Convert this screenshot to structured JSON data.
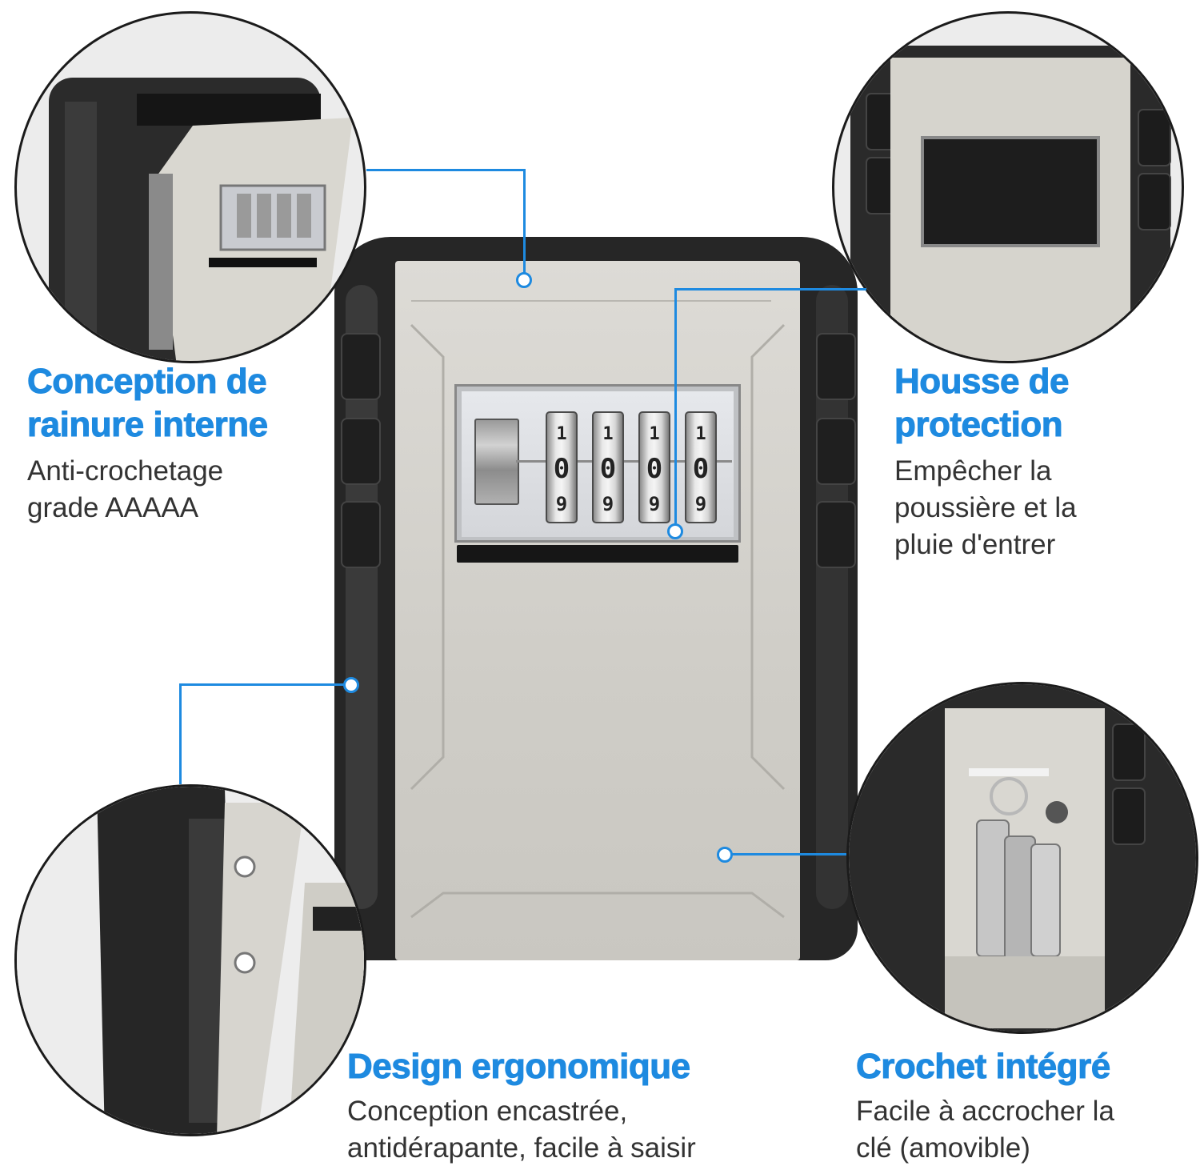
{
  "features": {
    "internal_groove": {
      "title_line1": "Conception de",
      "title_line2": "rainure interne",
      "desc_line1": "Anti-crochetage",
      "desc_line2": "grade AAAAA"
    },
    "protective_cover": {
      "title_line1": "Housse de",
      "title_line2": "protection",
      "desc_line1": "Empêcher la",
      "desc_line2": "poussière et la",
      "desc_line3": "pluie d'entrer"
    },
    "ergonomic_design": {
      "title": "Design ergonomique",
      "desc_line1": "Conception encastrée,",
      "desc_line2": "antidérapante, facile à saisir"
    },
    "integrated_hook": {
      "title": "Crochet intégré",
      "desc_line1": "Facile à accrocher la",
      "desc_line2": "clé (amovible)"
    }
  },
  "combination_digits": [
    "0",
    "0",
    "0",
    "0"
  ],
  "colors": {
    "accent": "#1e8ae0",
    "body_dark": "#2a2a2a",
    "panel_silver": "#cfcdc7",
    "text": "#333333"
  }
}
